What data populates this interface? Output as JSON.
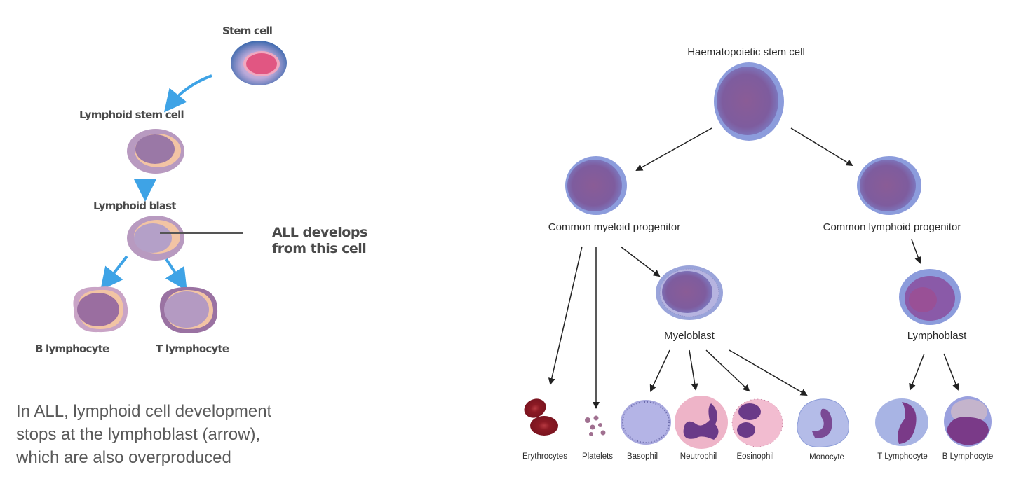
{
  "left_diagram": {
    "labels": {
      "stem_cell": "Stem cell",
      "lymphoid_stem_cell": "Lymphoid stem cell",
      "lymphoid_blast": "Lymphoid blast",
      "b_lymphocyte": "B lymphocyte",
      "t_lymphocyte": "T lymphocyte"
    },
    "annotation": {
      "line1": "ALL develops",
      "line2": "from this cell"
    },
    "caption": {
      "line1": "In ALL, lymphoid cell development",
      "line2": "stops at the lymphoblast (arrow),",
      "line3": "which are also overproduced"
    },
    "colors": {
      "arrow": "#3ea3e6",
      "stem_outer": "#3c6fb0",
      "stem_inner": "#e0507a",
      "cell_body": "#b79ac0",
      "cell_nucleus": "#9a7aa8",
      "cell_rim": "#f2c9a6"
    }
  },
  "right_diagram": {
    "labels": {
      "hsc": "Haematopoietic stem cell",
      "cmp": "Common myeloid progenitor",
      "clp": "Common lymphoid progenitor",
      "myeloblast": "Myeloblast",
      "lymphoblast": "Lymphoblast"
    },
    "terminal_cells": [
      {
        "name": "Erythrocytes"
      },
      {
        "name": "Platelets"
      },
      {
        "name": "Basophil"
      },
      {
        "name": "Neutrophil"
      },
      {
        "name": "Eosinophil"
      },
      {
        "name": "Monocyte"
      },
      {
        "name": "T Lymphocyte"
      },
      {
        "name": "B Lymphocyte"
      }
    ],
    "colors": {
      "arrow": "#222222",
      "cell_membrane": "#8f9fd8",
      "cell_nucleus": "#7a4a8e",
      "erythrocyte": "#8e1c26",
      "pink_cytoplasm": "#f0b8cc"
    }
  }
}
